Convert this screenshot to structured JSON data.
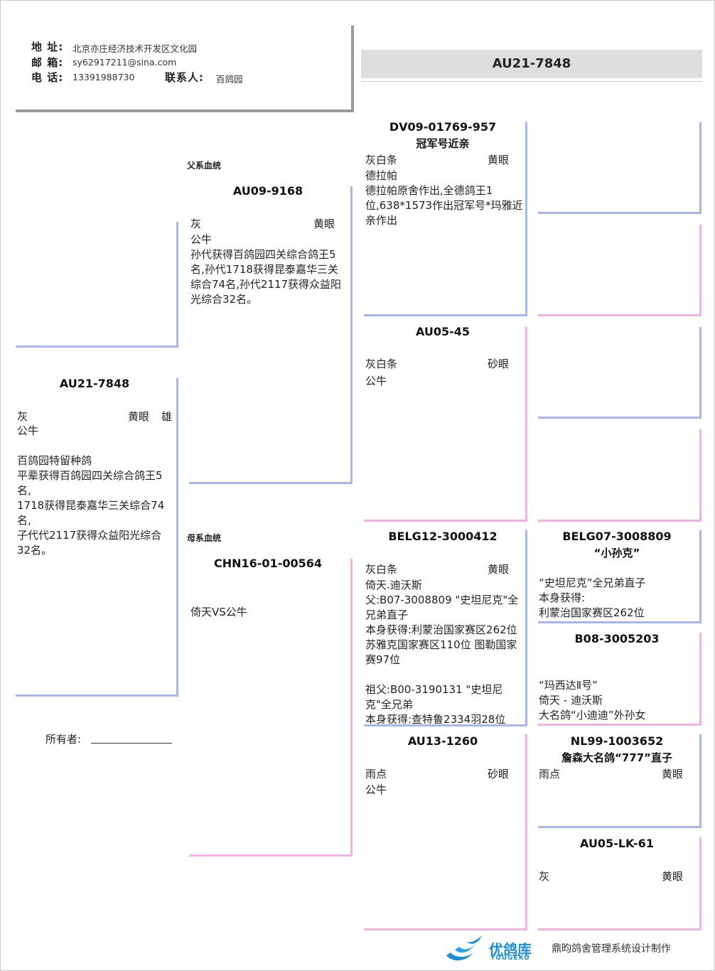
{
  "header": {
    "address_label": "地 址:",
    "address": "北京亦庄经济技术开发区文化园",
    "email_label": "邮 箱:",
    "email": "sy62917211@sina.com",
    "phone_label": "电 话:",
    "phone": "13391988730",
    "contact_label": "联系人:",
    "contact": "百鸽园"
  },
  "title": "AU21-7848",
  "sections": {
    "sire": "父系血统",
    "dam": "母系血统"
  },
  "subject": {
    "ring": "AU21-7848",
    "color": "灰",
    "eye": "黄眼",
    "sex": "雄",
    "lines": "公牛\n\n百鸽园特留种鸽\n平辈获得百鸽园四关综合鸽王5名,\n1718获得昆泰嘉华三关综合74名,\n子代代2117获得众益阳光综合32名。"
  },
  "owner_label": "所有者:",
  "sire": {
    "ring": "AU09-9168",
    "color": "灰",
    "eye": "黄眼",
    "lines": "公牛\n孙代获得百鸽园四关综合鸽王5名,孙代1718获得昆泰嘉华三关综合74名,孙代2117获得众益阳光综合32名。"
  },
  "dam": {
    "ring": "CHN16-01-00564",
    "lines": "倚天VS公牛"
  },
  "ss": {
    "ring": "DV09-01769-957",
    "name": "冠军号近亲",
    "color": "灰白条",
    "eye": "黄眼",
    "lines": "德拉帕\n德拉帕原舍作出,全德鸽王1位,638*1573作出冠军号*玛雅近亲作出"
  },
  "sd": {
    "ring": "AU05-45",
    "color": "灰白条",
    "eye": "砂眼",
    "lines": "公牛"
  },
  "ds": {
    "ring": "BELG12-3000412",
    "color": "灰白条",
    "eye": "黄眼",
    "lines": "倚天.迪沃斯\n父:B07-3008809 \"史坦尼克\"全兄弟直子\n本身获得:利蒙治国家赛区262位 苏雅克国家赛区110位 图勒国家赛97位\n\n祖父:B00-3190131 \"史坦尼克\"全兄弟\n本身获得:查特鲁2334羽28位"
  },
  "dd": {
    "ring": "AU13-1260",
    "color": "雨点",
    "eye": "砂眼",
    "lines": "公牛"
  },
  "dss": {
    "ring": "BELG07-3008809",
    "name": "“小孙克”",
    "lines": "“史坦尼克”全兄弟直子\n本身获得:\n利蒙治国家赛区262位"
  },
  "dsd": {
    "ring": "B08-3005203",
    "lines": "“玛西达Ⅱ号”\n倚天 - 迪沃斯\n大名鸽“小迪迪”外孙女"
  },
  "dds": {
    "ring": "NL99-1003652",
    "name": "詹森大名鸽“777”直子",
    "color": "雨点",
    "eye": "黄眼"
  },
  "ddd": {
    "ring": "AU05-LK-61",
    "color": "灰",
    "eye": "黄眼"
  },
  "footer": {
    "logo_cn": "优鸽库",
    "logo_en": "YOUGEKU",
    "credit": "鼎昀鸽舍管理系统设计制作"
  },
  "colors": {
    "sire_line": "#a7b6ee",
    "dam_line": "#f4b1e4",
    "title_band": "#dedede",
    "logo_blue": "#1b8fd6"
  }
}
